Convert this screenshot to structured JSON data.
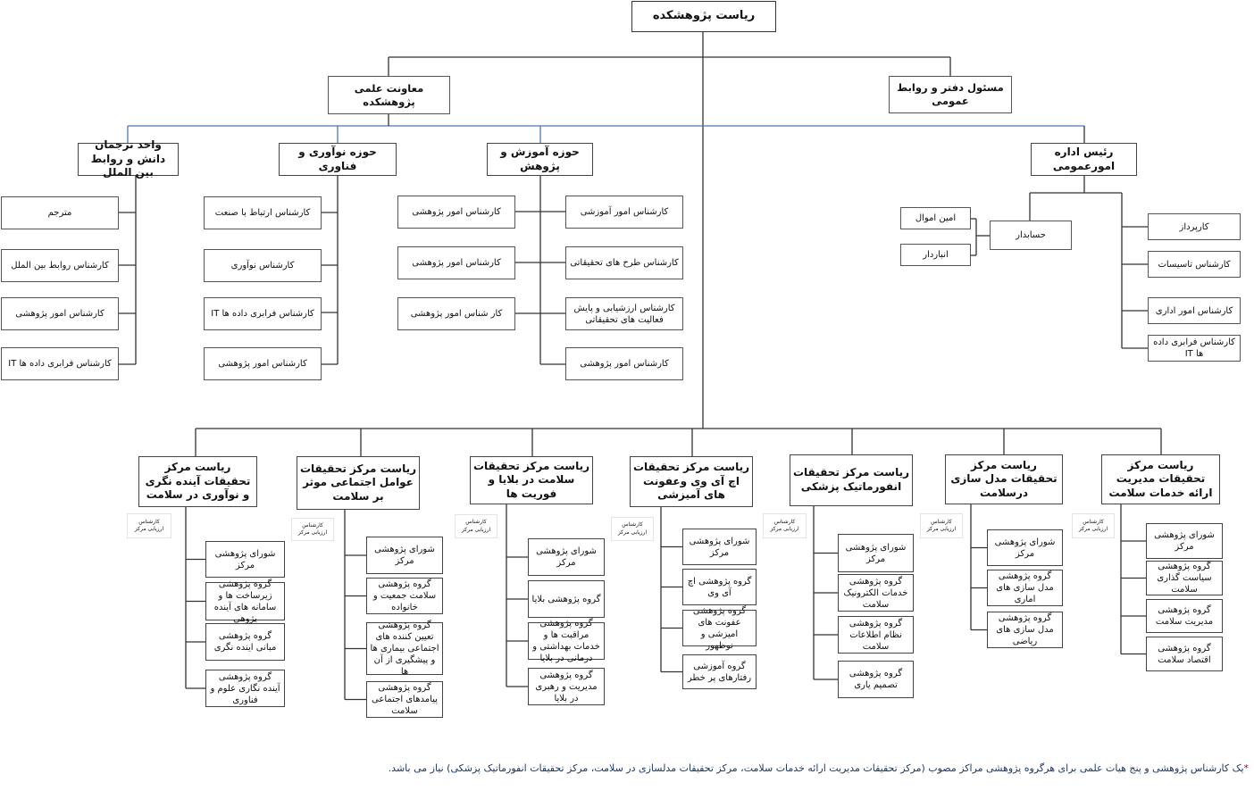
{
  "root": "ریاست پژوهشکده",
  "level1": {
    "deputy": "معاونت علمی پژوهشکده",
    "office": "مسئول دفتر و روابط عمومی"
  },
  "departments": [
    {
      "title": "واحد ترجمان دانش و روابط بین الملل",
      "items": [
        "مترجم",
        "کارشناس روابط بین الملل",
        "کارشناس امور پژوهشی",
        "کارشناس فرابری داده ها IT"
      ]
    },
    {
      "title": "حوزه نوآوری و فناوری",
      "items": [
        "کارشناس ارتباط با صنعت",
        "کارشناس نوآوری",
        "کارشناس فرابری داده ها IT",
        "کارشناس امور پژوهشی"
      ]
    },
    {
      "title": "حوزه آموزش و پژوهش",
      "items_left": [
        "کارشناس امور پژوهشی",
        "کارشناس امور پژوهشی",
        "کار شناس امور پژوهشی"
      ],
      "items_right": [
        "کارشناس امور آموزشی",
        "کارشناس طرح های تحقیقاتی",
        "کارشناس ارزشیابی و پایش فعالیت های تحقیقاتی",
        "کارشناس امور پژوهشی"
      ]
    },
    {
      "title": "رئیس اداره امورعمومی",
      "accountant": "حسابدار",
      "accountant_items": [
        "امین اموال",
        "انباردار"
      ],
      "items": [
        "کارپرداز",
        "کارشناس تاسیسات",
        "کارشناس امور اداری",
        "کارشناس فرابری داده ها IT"
      ]
    }
  ],
  "evaluator": "کارشناس ارزیابی مرکز",
  "centers": [
    {
      "title": "ریاست مرکز تحقیقات آینده نگری و نوآوری در سلامت",
      "groups": [
        "شورای پژوهشی مرکز",
        "گروه پژوهشی زیرساخت ها و سامانه های آینده پژوهی",
        "گروه پژوهشی مبانی اینده نگری",
        "گروه پژوهشی آینده نگاری علوم و فناوری"
      ]
    },
    {
      "title": "ریاست مرکز تحقیقات عوامل اجتماعی موثر بر سلامت",
      "groups": [
        "شورای پژوهشی مرکز",
        "گروه پژوهشی سلامت جمعیت و خانواده",
        "گروه پژوهشی تعیین کننده های اجتماعی بیماری ها و پیشگیری از آن ها",
        "گروه پژوهشی پیامدهای اجتماعی سلامت"
      ]
    },
    {
      "title": "ریاست مرکز تحقیقات سلامت در بلایا و فوریت ها",
      "groups": [
        "شورای پژوهشی مرکز",
        "گروه پژوهشی بلایا",
        "گروه پژوهشی مراقبت ها و خدمات بهداشتی و درمانی در بلایا",
        "گروه پژوهشی مدیریت و رهبری در بلایا"
      ]
    },
    {
      "title": "ریاست مرکز تحقیقات اچ آی وی وعفونت های آمیزشی",
      "groups": [
        "شورای پژوهشی مرکز",
        "گروه پژوهشی اچ آی وی",
        "گروه پژوهشی عفونت های امیزشی و نوظهور",
        "گروه آموزشی رفتارهای پر خطر"
      ]
    },
    {
      "title": "ریاست مرکز تحقیقات انفورماتیک پزشکی",
      "groups": [
        "شورای پژوهشی مرکز",
        "گروه پژوهشی خدمات الکترونیک سلامت",
        "گروه پژوهشی نظام اطلاعات سلامت",
        "گروه پژوهشی تصمیم یاری"
      ]
    },
    {
      "title": "ریاست مرکز تحقیقات مدل سازی درسلامت",
      "groups": [
        "شورای پژوهشی مرکز",
        "گروه پژوهشی مدل سازی های اماری",
        "گروه پژوهشی مدل سازی های ریاضی"
      ]
    },
    {
      "title": "ریاست مرکز تحقیقات مدیریت ارائه خدمات سلامت",
      "groups": [
        "شورای پژوهشی مرکز",
        "گروه پژوهشی سیاست گذاری سلامت",
        "گروه پژوهشی مدیریت سلامت",
        "گروه پژوهشی اقتصاد سلامت"
      ]
    }
  ],
  "footnote": {
    "marker": "*",
    "text": "یک کارشناس پژوهشی و پنج هیات علمی برای هرگروه پژوهشی مراکز مصوب (مرکز تحقیقات مدیریت ارائه خدمات سلامت، مرکز تحقیقات مدلسازی در سلامت، مرکز تحقیقات انفورماتیک پزشکی) نیاز می باشد."
  },
  "colors": {
    "line": "#333333",
    "top_line": "#4a7ab0",
    "footnote": "#1f3864",
    "marker": "#c00000"
  }
}
